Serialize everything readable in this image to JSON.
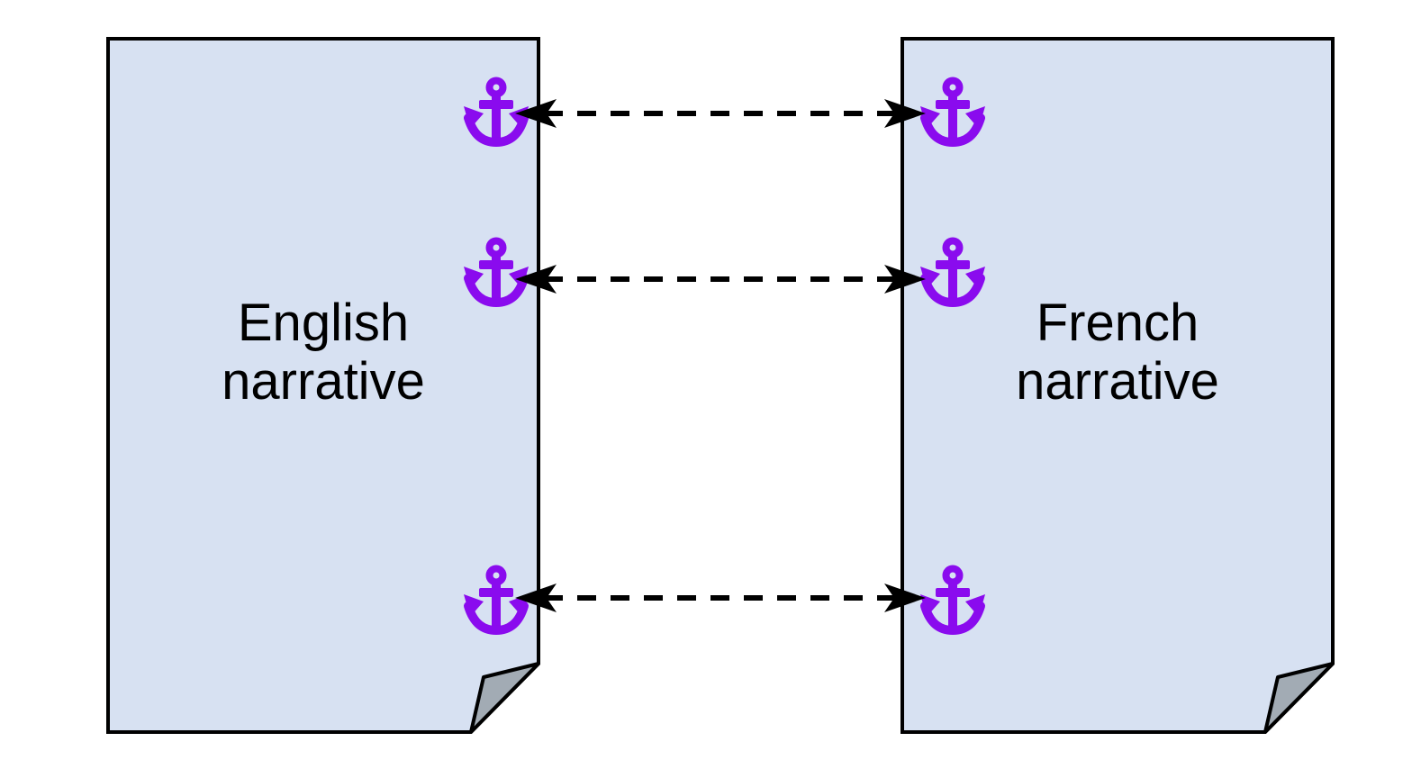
{
  "diagram": {
    "type": "document-alignment-diagram",
    "documents": [
      {
        "label": "English narrative"
      },
      {
        "label": "French narrative"
      }
    ],
    "anchor_icon": "anchor-icon",
    "anchors_per_document": 3,
    "connections": {
      "count": 3,
      "line_style": "dashed",
      "direction": "bidirectional"
    },
    "colors": {
      "background": "#FFFFFF",
      "page_fill": "#D7E1F2",
      "page_outline": "#000000",
      "fold_fill": "#A2ABB4",
      "anchor": "#8A0BEE",
      "arrow": "#000000",
      "text": "#000000"
    }
  }
}
